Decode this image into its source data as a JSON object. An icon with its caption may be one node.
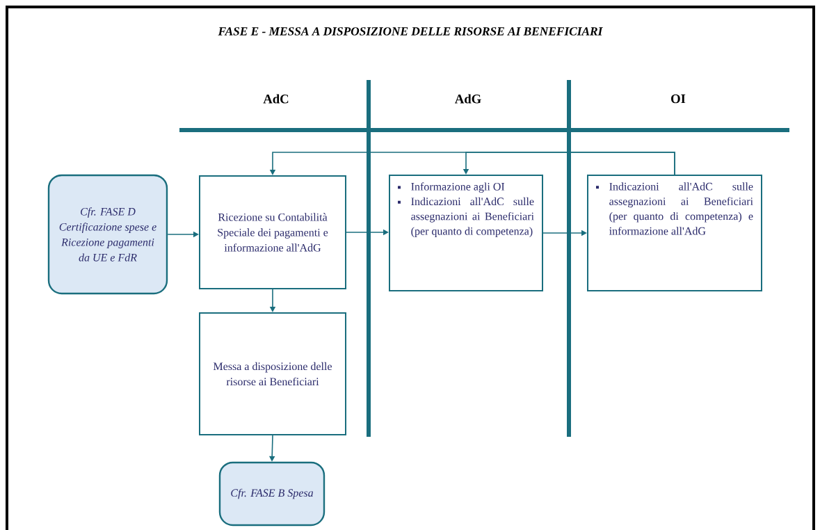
{
  "diagram": {
    "title": "FASE E - MESSA A DISPOSIZIONE DELLE RISORSE AI BENEFICIARI",
    "nodes": [
      {
        "text": [
          "Cfr. FASE D Certificazione spese e Ricezione pagamenti da UE e FdR"
        ]
      },
      {
        "text": [
          "Ricezione su Contabilità Speciale dei pagamenti e informazione all'AdG"
        ]
      },
      {
        "text": [
          "Informazione agli OI",
          "Indicazioni all'AdC sulle assegnazioni ai Beneficiari (per quanto di competenza)"
        ]
      },
      {
        "text": [
          "Indicazioni all'AdC sulle assegnazioni ai Beneficiari (per quanto di competenza) e informazione all'AdG"
        ]
      },
      {
        "text": [
          "Messa a disposizione delle risorse ai Beneficiari"
        ]
      },
      {
        "text": [
          "Cfr. FASE B Spesa"
        ]
      }
    ],
    "edges": [
      {
        "from": 0,
        "to": 1,
        "arrow": "to"
      },
      {
        "from": 1,
        "to": 2,
        "arrow": "to"
      },
      {
        "from": 2,
        "to": 3,
        "arrow": "to"
      },
      {
        "from": 1,
        "to": 4,
        "arrow": "to"
      },
      {
        "from": 4,
        "to": 5,
        "arrow": "to"
      },
      {
        "from": 3,
        "to": 1,
        "arrow": "to"
      },
      {
        "from": 3,
        "to": 2,
        "arrow": "to"
      }
    ],
    "labels": [
      "AdC",
      "AdG",
      "OI"
    ]
  }
}
